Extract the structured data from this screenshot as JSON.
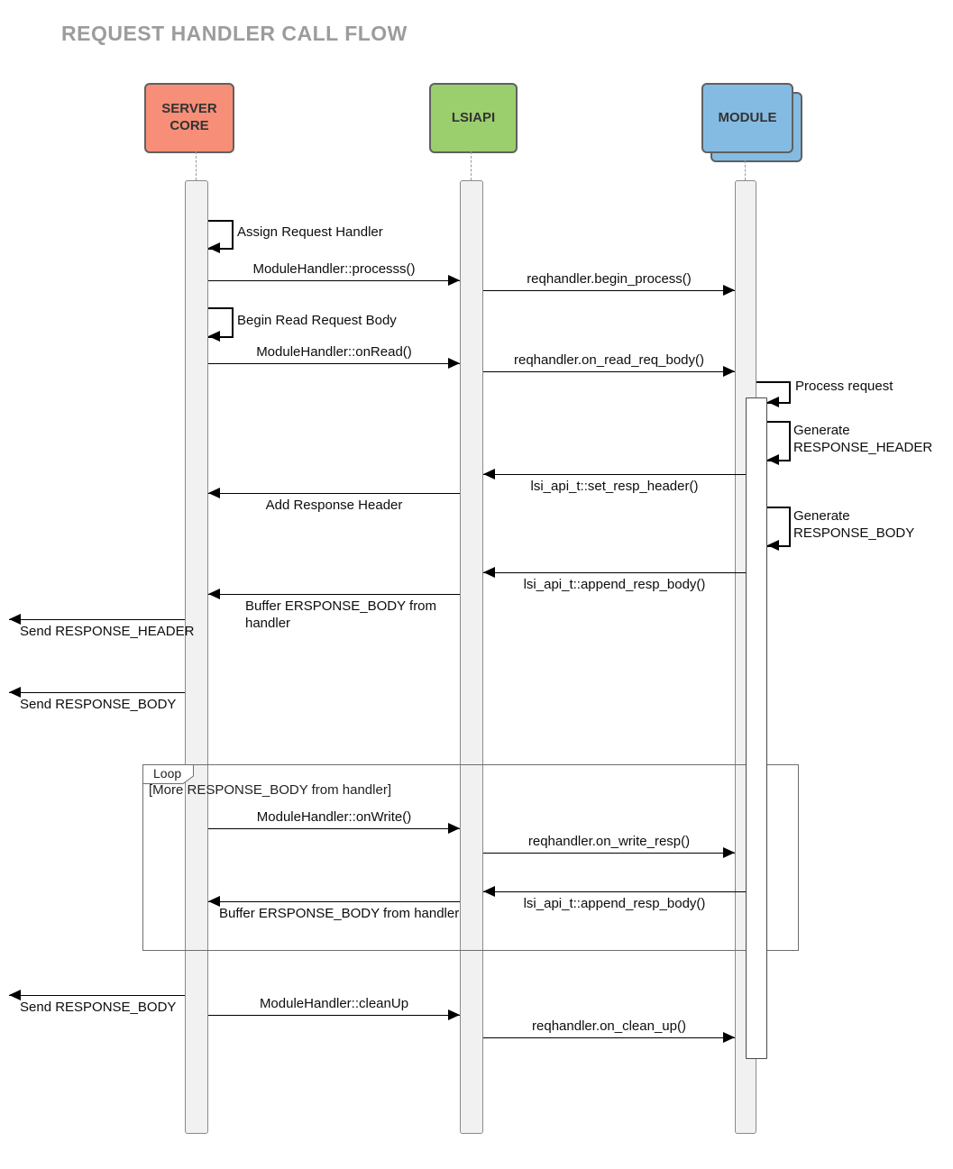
{
  "title": "REQUEST HANDLER CALL FLOW",
  "actors": {
    "server_core": {
      "label": "SERVER CORE",
      "color": "#f78e77"
    },
    "lsiapi": {
      "label": "LSIAPI",
      "color": "#9bce6d"
    },
    "module": {
      "label": "MODULE",
      "color": "#84bbe2"
    }
  },
  "loop": {
    "label": "Loop",
    "guard": "[More RESPONSE_BODY from handler]"
  },
  "messages": {
    "assign_request_handler": "Assign Request Handler",
    "process": "ModuleHandler::processs()",
    "begin_process": "reqhandler.begin_process()",
    "begin_read_body": "Begin Read Request Body",
    "on_read": "ModuleHandler::onRead()",
    "on_read_req_body": "reqhandler.on_read_req_body()",
    "process_request": "Process request",
    "generate_header": "Generate RESPONSE_HEADER",
    "set_resp_header": "lsi_api_t::set_resp_header()",
    "add_response_header": "Add Response Header",
    "generate_body": "Generate RESPONSE_BODY",
    "append_resp_body": "lsi_api_t::append_resp_body()",
    "buffer_body_wrapped": "Buffer ERSPONSE_BODY from handler",
    "send_resp_header": "Send RESPONSE_HEADER",
    "send_resp_body": "Send RESPONSE_BODY",
    "on_write": "ModuleHandler::onWrite()",
    "on_write_resp": "reqhandler.on_write_resp()",
    "append_resp_body_loop": "lsi_api_t::append_resp_body()",
    "buffer_body_loop": "Buffer ERSPONSE_BODY from handler",
    "send_resp_body_2": "Send RESPONSE_BODY",
    "cleanup": "ModuleHandler::cleanUp",
    "on_clean_up": "reqhandler.on_clean_up()"
  }
}
